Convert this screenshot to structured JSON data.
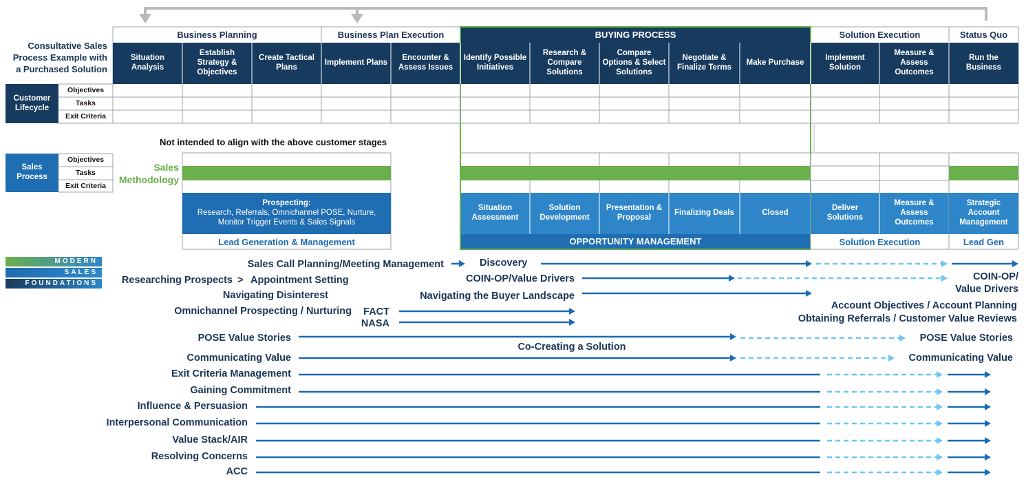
{
  "intro_text": "Consultative Sales Process Example with a Purchased Solution",
  "phases": [
    {
      "label": "Business Planning"
    },
    {
      "label": "Business Plan Execution"
    },
    {
      "label": "BUYING PROCESS"
    },
    {
      "label": "Solution Execution"
    },
    {
      "label": "Status Quo"
    }
  ],
  "customer_stages": [
    "Situation Analysis",
    "Establish Strategy & Objectives",
    "Create Tactical Plans",
    "Implement Plans",
    "Encounter & Assess Issues",
    "Identify Possible Initiatives",
    "Research & Compare Solutions",
    "Compare Options & Select Solutions",
    "Negotiate & Finalize Terms",
    "Make Purchase",
    "Implement Solution",
    "Measure & Assess Outcomes",
    "Run the Business"
  ],
  "customer_lifecycle": {
    "label": "Customer Lifecycle",
    "rows": [
      "Objectives",
      "Tasks",
      "Exit Criteria"
    ]
  },
  "sales_process": {
    "label": "Sales Process",
    "rows": [
      "Objectives",
      "Tasks",
      "Exit Criteria"
    ]
  },
  "note": "Not intended to align with the above customer stages",
  "sales_methodology": "Sales Methodology",
  "prospecting": {
    "title": "Prospecting:",
    "body": "Research, Referrals, Omnichannel POSE, Nurture, Monitor Trigger Events & Sales Signals",
    "footer": "Lead Generation & Management"
  },
  "opportunity_stages": [
    "Situation Assessment",
    "Solution Development",
    "Presentation & Proposal",
    "Finalizing Deals",
    "Closed"
  ],
  "opportunity_footer": "OPPORTUNITY MANAGEMENT",
  "execution_stages": [
    "Deliver Solutions",
    "Measure & Assess Outcomes"
  ],
  "execution_footer": "Solution Execution",
  "strategic_stage": "Strategic Account Management",
  "strategic_footer": "Lead Gen",
  "logo": [
    "MODERN",
    "SALES",
    "FOUNDATIONS"
  ],
  "skills": [
    "Sales Call Planning/Meeting Management",
    "Discovery",
    "Researching Prospects",
    ">",
    "Appointment Setting",
    "COIN-OP/Value Drivers",
    "COIN-OP/\nValue Drivers",
    "Navigating Disinterest",
    "Navigating the Buyer Landscape",
    "Account Objectives / Account Planning",
    "Omnichannel Prospecting / Nurturing",
    "FACT",
    "NASA",
    "Obtaining Referrals / Customer Value Reviews",
    "POSE Value Stories",
    "POSE Value Stories",
    "Co-Creating a Solution",
    "Communicating Value",
    "Communicating Value",
    "Exit Criteria Management",
    "Gaining Commitment",
    "Influence & Persuasion",
    "Interpersonal Communication",
    "Value Stack/AIR",
    "Resolving Concerns",
    "ACC"
  ],
  "colors": {
    "navy": "#1a3556",
    "dark_blue": "#173a5f",
    "mid_blue": "#2e86c9",
    "accent_green": "#6ab04c",
    "arrow_solid": "#1a6bb3",
    "arrow_dashed": "#6ec6f0",
    "grid_line": "#9aa3ab"
  }
}
